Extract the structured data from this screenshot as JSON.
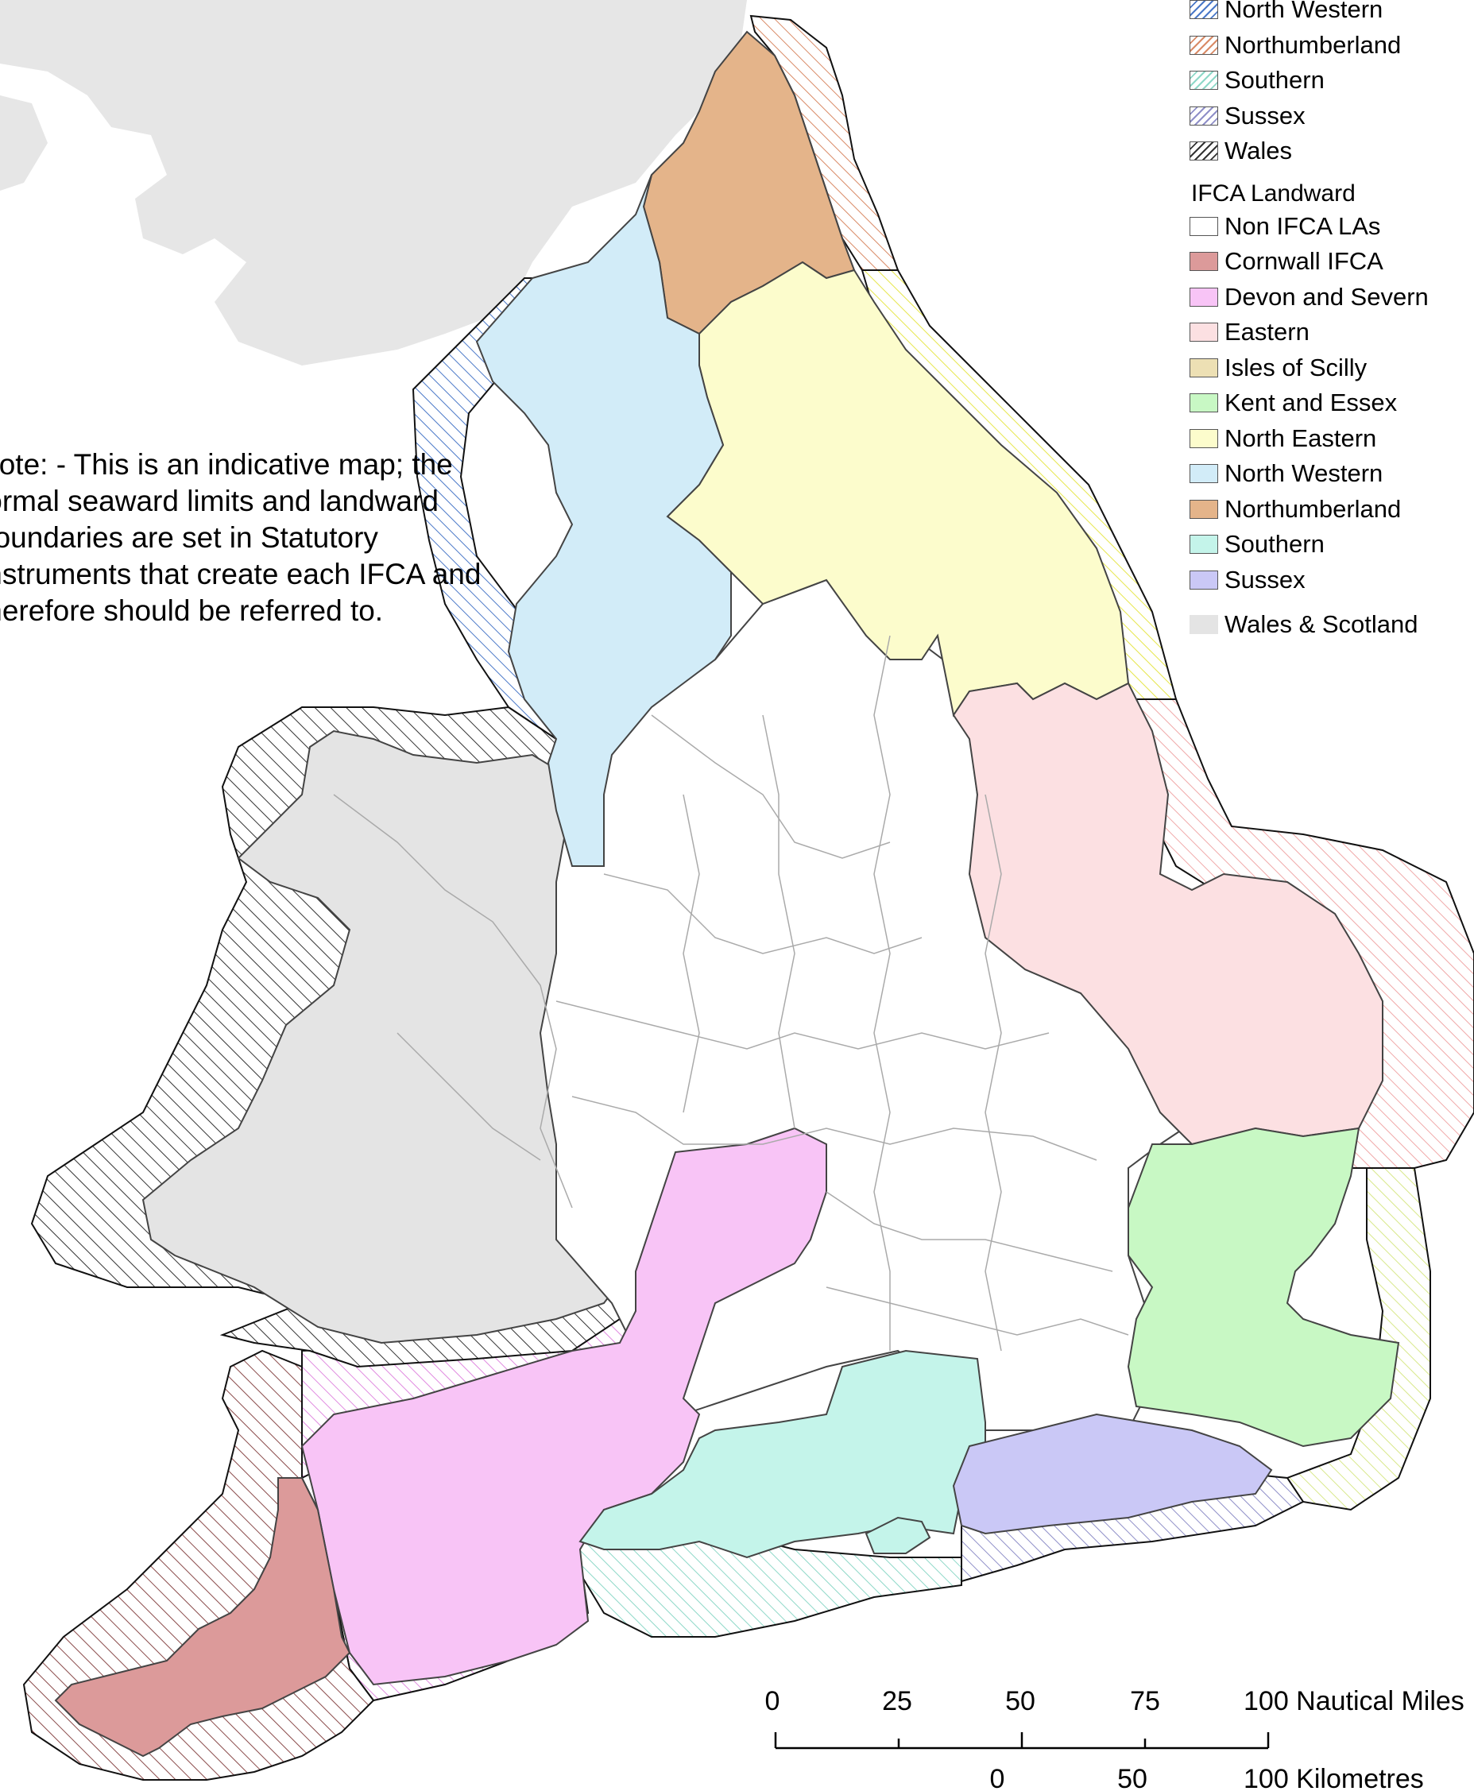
{
  "note": "Note: - This is an indicative map; the formal seaward limits and landward boundaries are set in Statutory Instruments that create each IFCA and therefore should be referred to.",
  "legend": {
    "seaward": {
      "items": [
        {
          "label": "North Western",
          "color": "#4a78c8"
        },
        {
          "label": "Northumberland",
          "color": "#d98a66"
        },
        {
          "label": "Southern",
          "color": "#8ed8c8"
        },
        {
          "label": "Sussex",
          "color": "#8f8fc8"
        },
        {
          "label": "Wales",
          "color": "#333333"
        }
      ]
    },
    "landward": {
      "title": "IFCA Landward",
      "items": [
        {
          "label": "Non IFCA LAs",
          "color": "#ffffff"
        },
        {
          "label": "Cornwall IFCA",
          "color": "#dc9a9a"
        },
        {
          "label": "Devon and Severn",
          "color": "#f8c4f6"
        },
        {
          "label": "Eastern",
          "color": "#fce0e2"
        },
        {
          "label": "Isles of Scilly",
          "color": "#ede0b4"
        },
        {
          "label": "Kent and Essex",
          "color": "#c8f8c4"
        },
        {
          "label": "North Eastern",
          "color": "#fcfccc"
        },
        {
          "label": "North Western",
          "color": "#d2ecf8"
        },
        {
          "label": "Northumberland",
          "color": "#e4b48a"
        },
        {
          "label": "Southern",
          "color": "#c4f4ea"
        },
        {
          "label": "Sussex",
          "color": "#cac8f6"
        }
      ]
    },
    "other": {
      "items": [
        {
          "label": "Wales & Scotland",
          "color": "#e4e4e4"
        }
      ]
    }
  },
  "scale": {
    "nautical": {
      "ticks": [
        "0",
        "25",
        "50",
        "75"
      ],
      "unit_label": "100 Nautical Miles"
    },
    "kilometres": {
      "ticks": [
        "0",
        "50"
      ],
      "unit_label": "100 Kilometres"
    }
  }
}
